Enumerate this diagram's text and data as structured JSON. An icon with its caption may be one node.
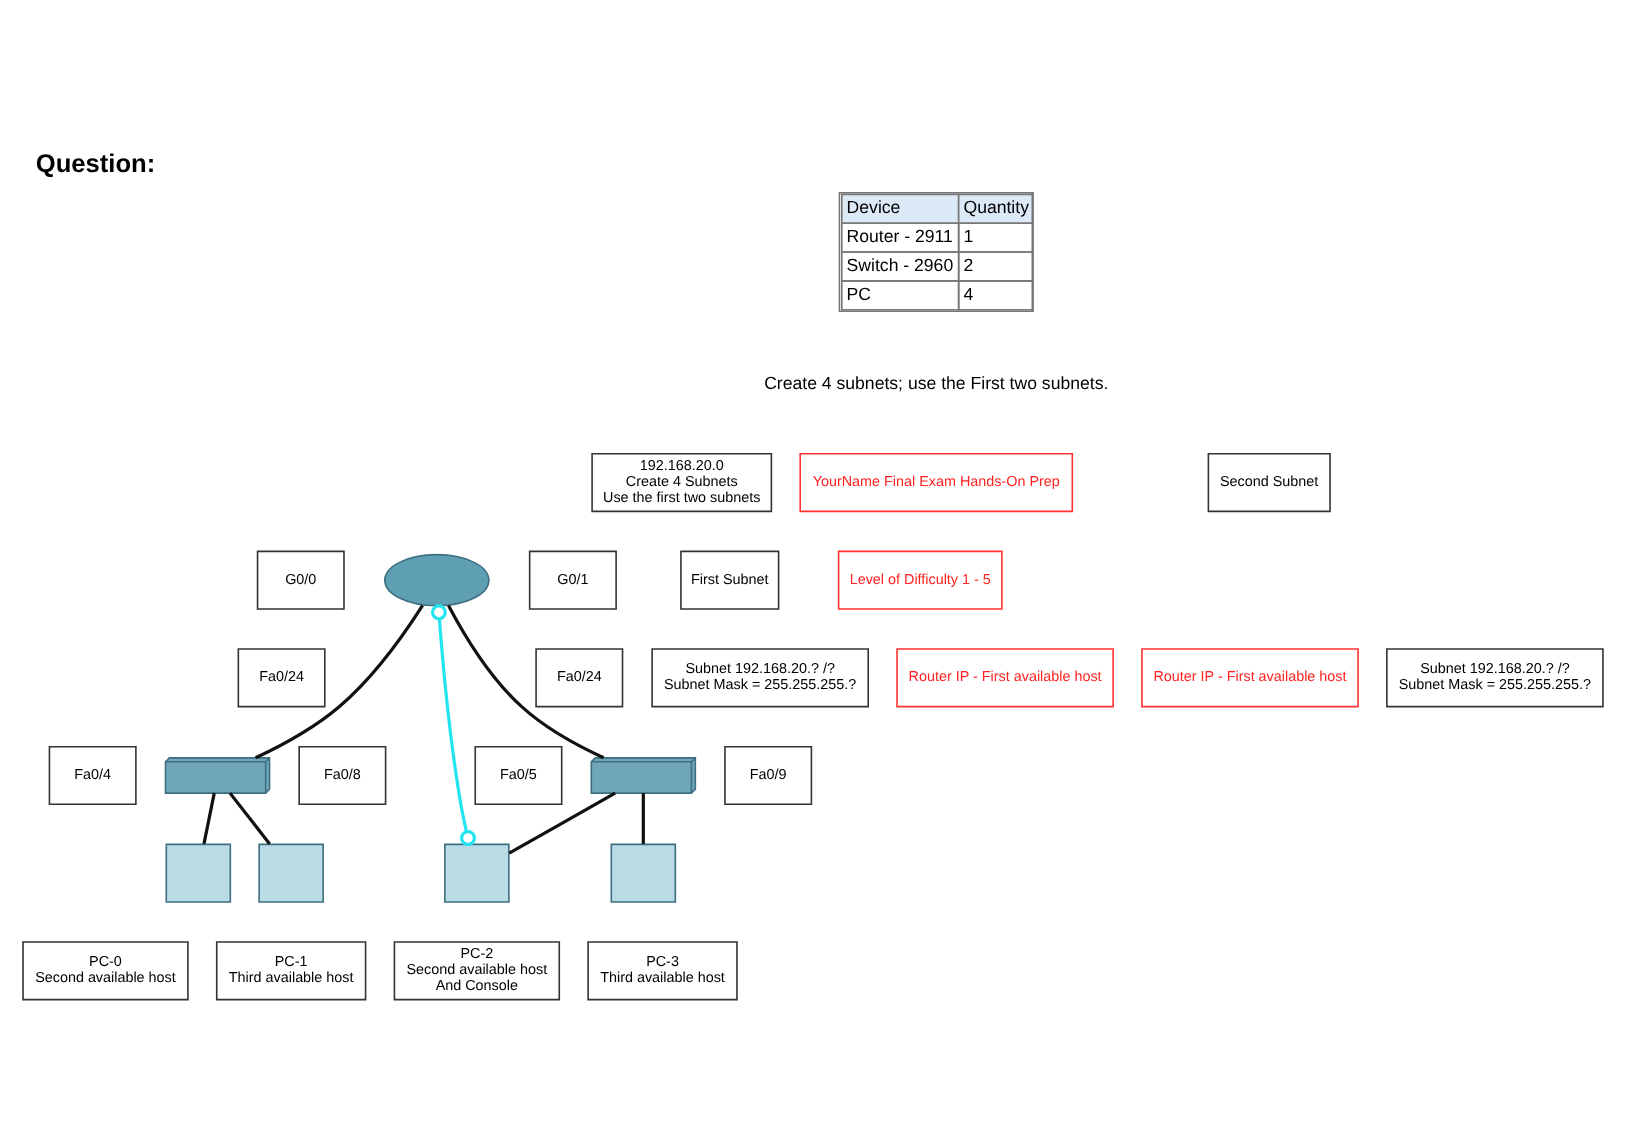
{
  "diagram": {
    "title": "Question:",
    "nodes": [
      {
        "text": [
          "YourName Final Exam Hands-On Prep"
        ]
      },
      {
        "text": [
          "192.168.20.0",
          "Create 4 Subnets",
          "Use the first two subnets"
        ]
      },
      {
        "text": [
          "First Subnet"
        ]
      },
      {
        "text": [
          "Second Subnet"
        ]
      },
      {
        "text": [
          "Subnet 192.168.20.? /?",
          "Subnet Mask = 255.255.255.?"
        ]
      },
      {
        "text": [
          "Subnet 192.168.20.? /?",
          "Subnet Mask = 255.255.255.?"
        ]
      },
      {
        "text": [
          "Level of Difficulty 1 - 5"
        ]
      },
      {
        "text": [
          "Router IP - First available host"
        ]
      },
      {
        "text": [
          "Router IP - First available host"
        ]
      },
      {
        "text": [
          "G0/0"
        ]
      },
      {
        "text": [],
        "shape": "router"
      },
      {
        "text": [
          "G0/1"
        ]
      },
      {
        "text": [
          "Fa0/24"
        ]
      },
      {
        "text": [
          "Fa0/24"
        ]
      },
      {
        "text": [
          "Fa0/4"
        ]
      },
      {
        "text": [],
        "shape": "switch"
      },
      {
        "text": [
          "Fa0/8"
        ]
      },
      {
        "text": [
          "Fa0/5"
        ]
      },
      {
        "text": [],
        "shape": "switch"
      },
      {
        "text": [
          "Fa0/9"
        ]
      },
      {
        "text": [],
        "shape": "computer"
      },
      {
        "text": [],
        "shape": "computer"
      },
      {
        "text": [],
        "shape": "computer"
      },
      {
        "text": [],
        "shape": "computer"
      },
      {
        "text": [
          "PC-0",
          "Second available host"
        ]
      },
      {
        "text": [
          "PC-1",
          "Third available host"
        ]
      },
      {
        "text": [
          "PC-2",
          "Second available host",
          "And Console"
        ]
      },
      {
        "text": [
          "PC-3",
          "Third available host"
        ]
      }
    ],
    "edges": [
      {
        "from": 10,
        "to": 15,
        "arrow": "none"
      },
      {
        "from": 10,
        "to": 18,
        "arrow": "none"
      },
      {
        "from": 10,
        "to": 22,
        "arrow": "other",
        "color": "#22e5f0"
      },
      {
        "from": 15,
        "to": 20,
        "arrow": "none"
      },
      {
        "from": 15,
        "to": 21,
        "arrow": "none"
      },
      {
        "from": 18,
        "to": 22,
        "arrow": "none"
      },
      {
        "from": 18,
        "to": 23,
        "arrow": "none"
      }
    ],
    "labels": [
      "Device",
      "Quantity",
      "Router - 2911",
      "1",
      "Switch - 2960",
      "2",
      "PC",
      "4",
      "Create 4 subnets; use the First two subnets."
    ]
  }
}
